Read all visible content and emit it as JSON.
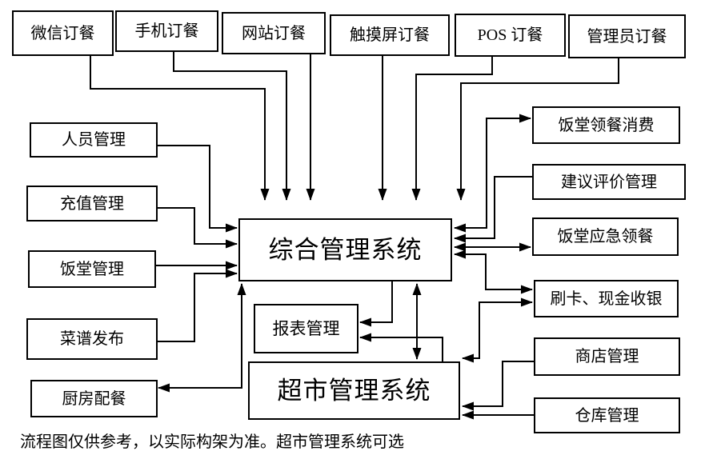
{
  "diagram": {
    "title_note": "流程图仅供参考，以实际构架为准。超市管理系统可选",
    "colors": {
      "line": "#000000",
      "box_border": "#000000",
      "background": "#ffffff",
      "text": "#000000"
    },
    "nodes": {
      "wechat": {
        "label": "微信订餐"
      },
      "mobile": {
        "label": "手机订餐"
      },
      "website": {
        "label": "网站订餐"
      },
      "touchscreen": {
        "label": "触摸屏订餐"
      },
      "pos": {
        "label": "POS 订餐"
      },
      "admin": {
        "label": "管理员订餐"
      },
      "personnel": {
        "label": "人员管理"
      },
      "recharge": {
        "label": "充值管理"
      },
      "canteen": {
        "label": "饭堂管理"
      },
      "menu_publish": {
        "label": "菜谱发布"
      },
      "kitchen": {
        "label": "厨房配餐"
      },
      "central": {
        "label": "综合管理系统"
      },
      "report": {
        "label": "报表管理"
      },
      "supermarket": {
        "label": "超市管理系统"
      },
      "meal_consume": {
        "label": "饭堂领餐消费"
      },
      "suggestion": {
        "label": "建议评价管理"
      },
      "emergency": {
        "label": "饭堂应急领餐"
      },
      "cashier": {
        "label": "刷卡、现金收银"
      },
      "shop": {
        "label": "商店管理"
      },
      "warehouse": {
        "label": "仓库管理"
      }
    }
  }
}
